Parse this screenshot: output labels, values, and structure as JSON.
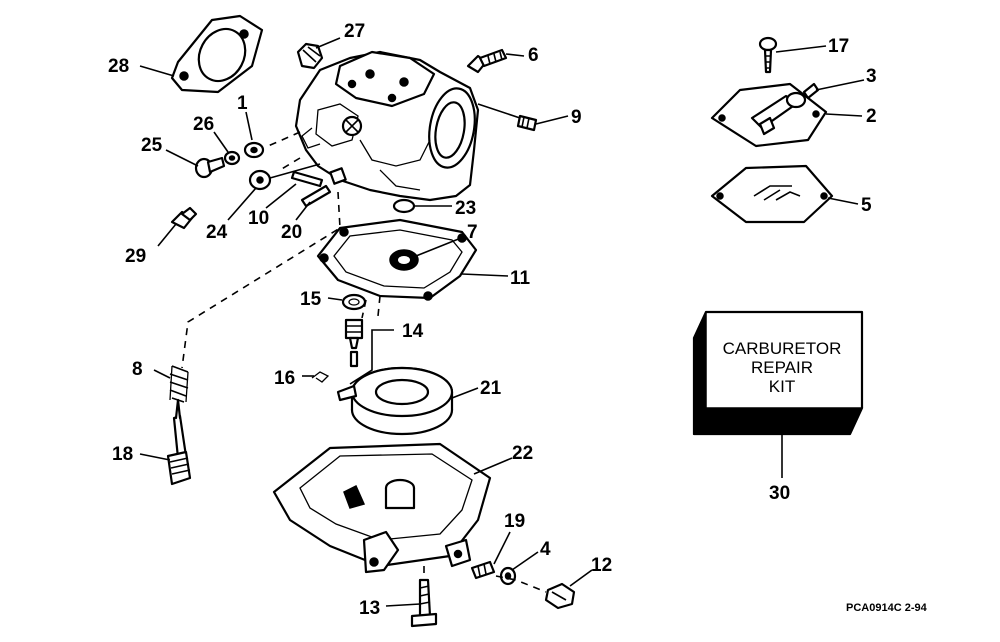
{
  "callouts": [
    {
      "id": "1",
      "label": "1"
    },
    {
      "id": "2",
      "label": "2"
    },
    {
      "id": "3",
      "label": "3"
    },
    {
      "id": "4",
      "label": "4"
    },
    {
      "id": "5",
      "label": "5"
    },
    {
      "id": "6",
      "label": "6"
    },
    {
      "id": "7",
      "label": "7"
    },
    {
      "id": "8",
      "label": "8"
    },
    {
      "id": "9",
      "label": "9"
    },
    {
      "id": "10",
      "label": "10"
    },
    {
      "id": "11",
      "label": "11"
    },
    {
      "id": "12",
      "label": "12"
    },
    {
      "id": "13",
      "label": "13"
    },
    {
      "id": "14",
      "label": "14"
    },
    {
      "id": "15",
      "label": "15"
    },
    {
      "id": "16",
      "label": "16"
    },
    {
      "id": "17",
      "label": "17"
    },
    {
      "id": "18",
      "label": "18"
    },
    {
      "id": "19",
      "label": "19"
    },
    {
      "id": "20",
      "label": "20"
    },
    {
      "id": "21",
      "label": "21"
    },
    {
      "id": "22",
      "label": "22"
    },
    {
      "id": "23",
      "label": "23"
    },
    {
      "id": "24",
      "label": "24"
    },
    {
      "id": "25",
      "label": "25"
    },
    {
      "id": "26",
      "label": "26"
    },
    {
      "id": "27",
      "label": "27"
    },
    {
      "id": "28",
      "label": "28"
    },
    {
      "id": "29",
      "label": "29"
    },
    {
      "id": "30",
      "label": "30"
    }
  ],
  "repair_kit": {
    "line1": "CARBURETOR",
    "line2": "REPAIR",
    "line3": "KIT"
  },
  "drawing_code": "PCA0914C  2-94"
}
